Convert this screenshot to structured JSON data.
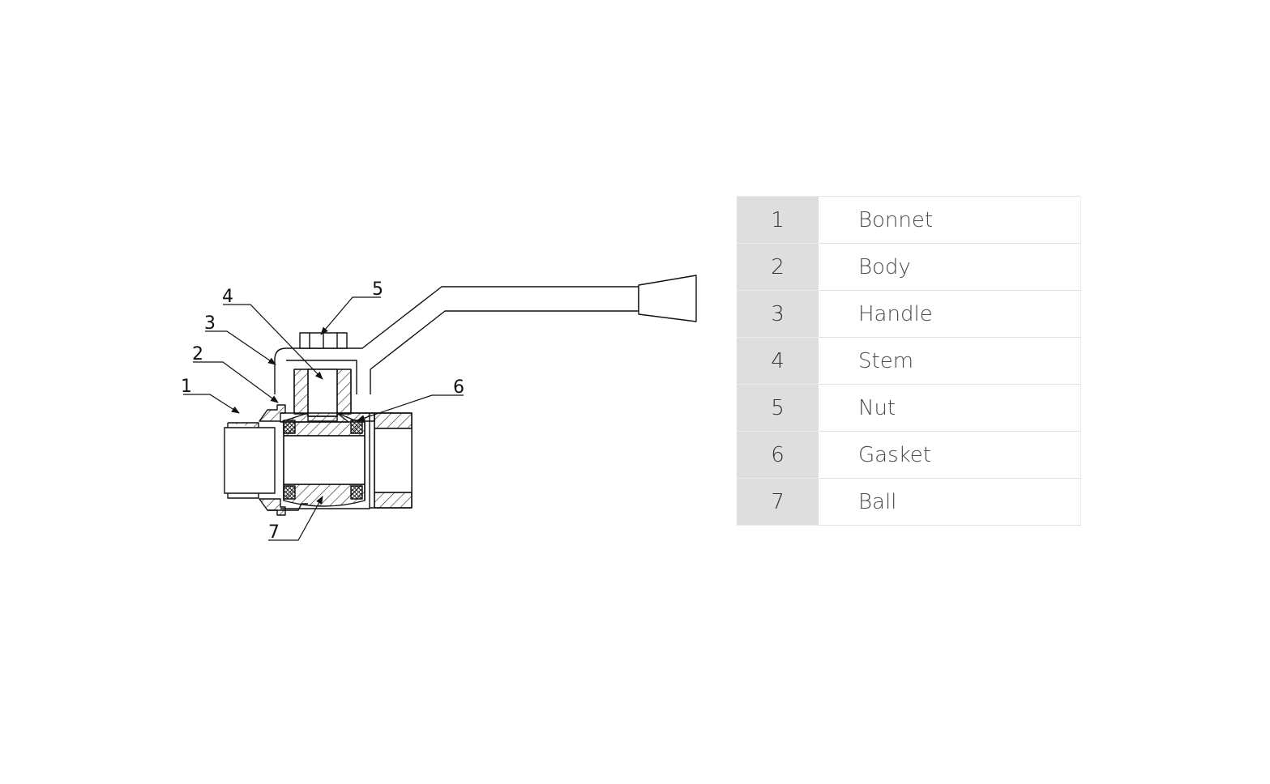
{
  "callouts": [
    {
      "number": "1"
    },
    {
      "number": "2"
    },
    {
      "number": "3"
    },
    {
      "number": "4"
    },
    {
      "number": "5"
    },
    {
      "number": "6"
    },
    {
      "number": "7"
    }
  ],
  "parts_table": {
    "rows": [
      {
        "number": "1",
        "name": "Bonnet"
      },
      {
        "number": "2",
        "name": "Body"
      },
      {
        "number": "3",
        "name": "Handle"
      },
      {
        "number": "4",
        "name": "Stem"
      },
      {
        "number": "5",
        "name": "Nut"
      },
      {
        "number": "6",
        "name": "Gasket"
      },
      {
        "number": "7",
        "name": "Ball"
      }
    ]
  }
}
